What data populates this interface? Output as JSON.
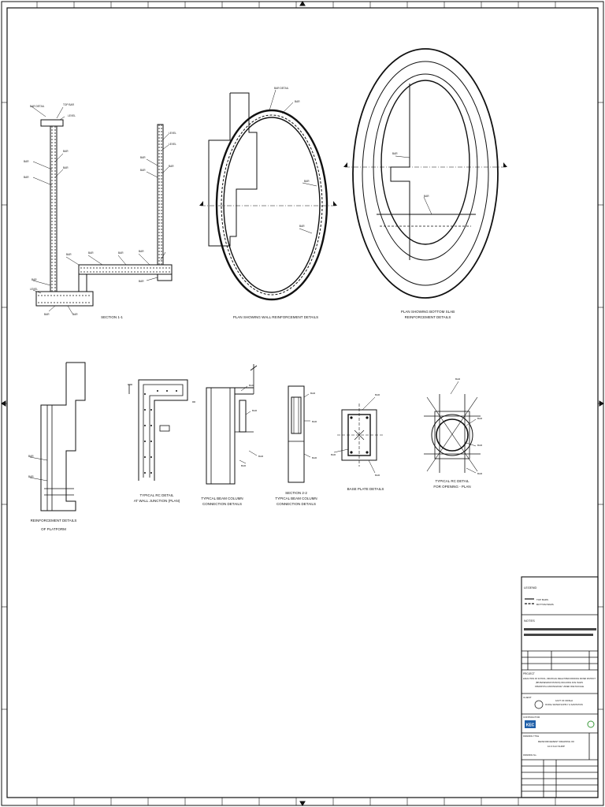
{
  "drawing_titles": {
    "section_1_1": "SECTION 1-1",
    "plan_wall": "PLAN SHOWING WALL REINFORCEMENT DETAILS",
    "plan_slab_1": "PLAN SHOWING BOTTOM SLAB",
    "plan_slab_2": "REINFORCEMENT DETAILS",
    "platform_1": "REINFORCEMENT DETAILS",
    "platform_2": "OF PLATFORM",
    "rc_wall_1": "TYPICAL RC DETAIL",
    "rc_wall_2": "AT WALL JUNCTION (PLAN)",
    "beam_col_1": "TYPICAL BEAM COLUMN",
    "beam_col_2": "CONNECTION DETAILS",
    "section_2_2_1": "SECTION 2-2",
    "section_2_2_2": "TYPICAL BEAM COLUMN",
    "section_2_2_3": "CONNECTION DETAILS",
    "base_plate": "BASE PLATE DETAILS",
    "opening_1": "TYPICAL RC DETAIL",
    "opening_2": "FOR OPENING - PLAN"
  },
  "title_block": {
    "legend_heading": "LEGEND",
    "legend_top": "TOP BARS",
    "legend_bottom": "BOTTOM BARS",
    "notes_heading": "NOTES",
    "project_heading": "PROJECT",
    "project_text_1": "EXECUTION OF SCHOOL, INDIVIDUAL MEGA PIPED DRINKING WATER DISTRICT",
    "project_text_2": "(BHUBANESWAR DIVISION) INCLUDING FIVE YEARS",
    "project_text_3": "OPERATION & MAINTENANCE\" UNDER ONE PACKAGE",
    "client_heading": "CLIENT",
    "client_1": "GOVT OF ODISHA",
    "client_2": "RURAL WATER SUPPLY & SANITATION",
    "contractor_heading": "CONTRACTOR",
    "contractor_logo": "KEC",
    "drawing_title_1": "REINFORCEMENT DRAWING OF",
    "drawing_title_2": "10.0 KLD SUMP",
    "drawing_heading": "DRAWING TITLE",
    "drawing_no_heading": "DRAWING No."
  }
}
